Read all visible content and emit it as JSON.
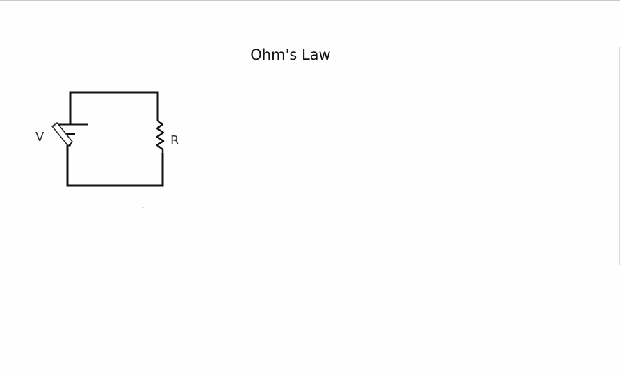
{
  "title": "Ohm's Law",
  "circuit": {
    "source_label": "V",
    "resistor_label": "R",
    "components": [
      "battery-icon",
      "resistor-icon",
      "wire",
      "pen-cursor-icon"
    ]
  }
}
